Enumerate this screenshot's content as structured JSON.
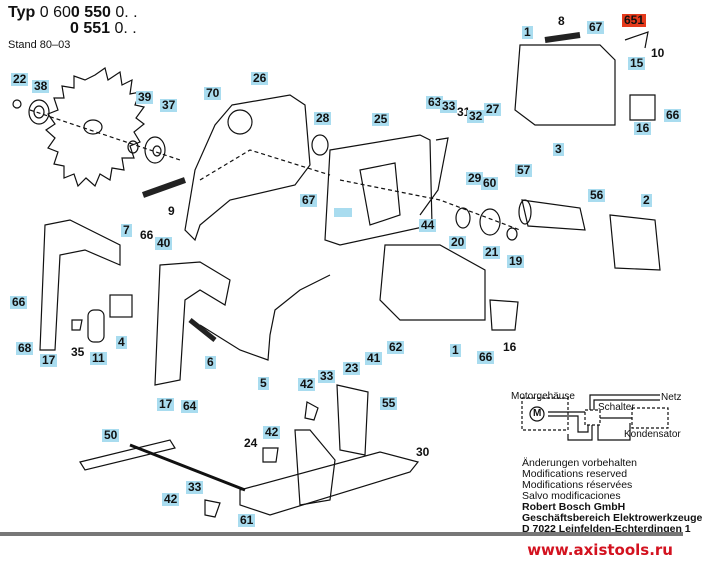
{
  "header": {
    "typ_prefix": "Typ",
    "typ_line1_a": "0 60",
    "typ_line1_b": "0 550",
    "typ_line1_c": " 0. .",
    "typ_line2_b": "0 551",
    "typ_line2_c": " 0. .",
    "stand": "Stand 80–03"
  },
  "labels": {
    "l22": "22",
    "l38": "38",
    "l39": "39",
    "l37": "37",
    "l70": "70",
    "l26": "26",
    "l28": "28",
    "l9": "9",
    "l67a": "67",
    "l25": "25",
    "l63": "63",
    "l33a": "33",
    "l31": "31",
    "l32": "32",
    "l27": "27",
    "l29": "29",
    "l60": "60",
    "l44": "44",
    "l20": "20",
    "l21": "21",
    "l19": "19",
    "l1a": "1",
    "l8": "8",
    "l67b": "67",
    "l651": "651",
    "l10": "10",
    "l15": "15",
    "l16a": "16",
    "l66a": "66",
    "l3": "3",
    "l57": "57",
    "l56": "56",
    "l2": "2",
    "l7": "7",
    "l66b": "66",
    "l40": "40",
    "l66c": "66",
    "l68": "68",
    "l17a": "17",
    "l35": "35",
    "l11": "11",
    "l4": "4",
    "l6": "6",
    "l5": "5",
    "l17b": "17",
    "l64": "64",
    "l1b": "1",
    "l66d": "66",
    "l16b": "16",
    "l62": "62",
    "l41": "41",
    "l23": "23",
    "l33b": "33",
    "l42a": "42",
    "l55": "55",
    "l42b": "42",
    "l24": "24",
    "l30": "30",
    "l50": "50",
    "l33c": "33",
    "l42c": "42",
    "l61": "61",
    "lblank": ""
  },
  "wiring": {
    "motor": "Motorgehäuse",
    "switch": "Schalter",
    "mains": "Netz",
    "capacitor": "Kondensator",
    "motor_symbol": "M"
  },
  "notes": [
    "Änderungen vorbehalten",
    "Modifications reserved",
    "Modifications réservées",
    "Salvo modificaciones"
  ],
  "company": [
    "Robert Bosch GmbH",
    "Geschäftsbereich Elektrowerkzeuge",
    "D 7022 Leinfelden-Echterdingen 1"
  ],
  "footer": {
    "website": "www.axistools.ru"
  },
  "colors": {
    "label_bg": "#a9dcef",
    "highlight_label_bg": "#e53a1c",
    "website": "#d3121f"
  }
}
